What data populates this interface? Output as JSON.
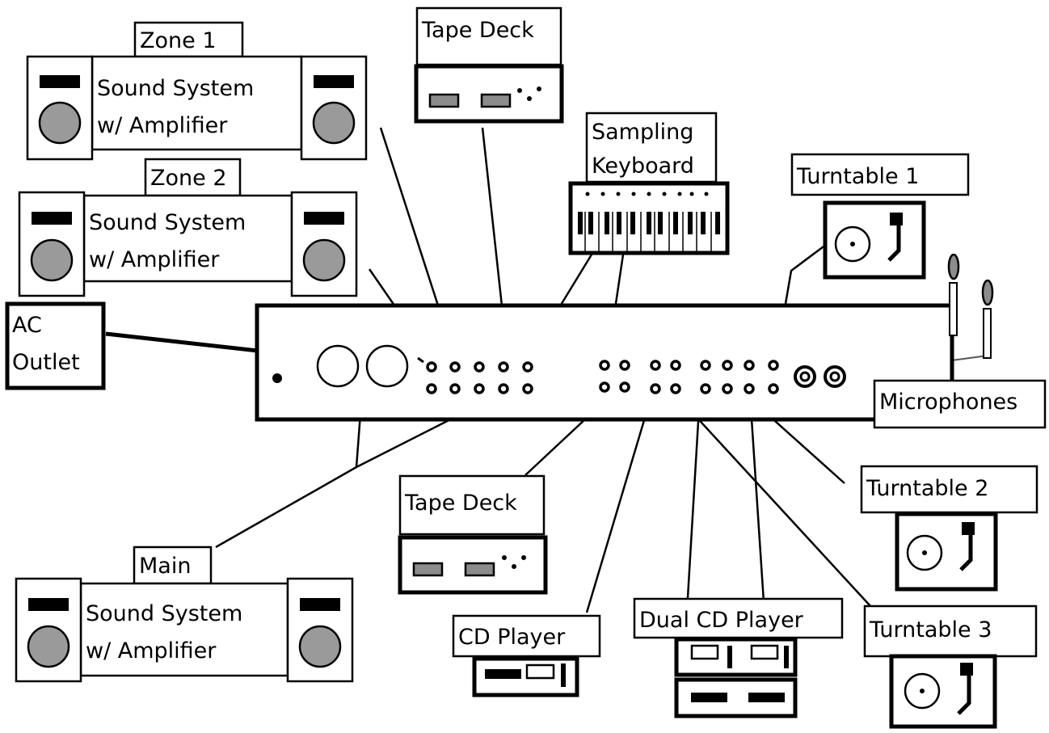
{
  "labels": {
    "zone1": "Zone 1",
    "zone2": "Zone 2",
    "main": "Main",
    "sound_system_line1": "Sound System",
    "sound_system_line2": "w/ Amplifier",
    "tape_deck_top": "Tape Deck",
    "tape_deck_bottom": "Tape Deck",
    "sampling_line1": "Sampling",
    "sampling_line2": "Keyboard",
    "turntable1": "Turntable 1",
    "turntable2": "Turntable 2",
    "turntable3": "Turntable 3",
    "ac_line1": "AC",
    "ac_line2": "Outlet",
    "microphones": "Microphones",
    "cd_player": "CD Player",
    "dual_cd_player": "Dual CD Player"
  },
  "colors": {
    "line": "#000000",
    "speaker_cone": "#9a9a9a",
    "tape_window": "#8c8c8c",
    "mic_head": "#8c8c8c",
    "mic_cable": "#555555"
  }
}
